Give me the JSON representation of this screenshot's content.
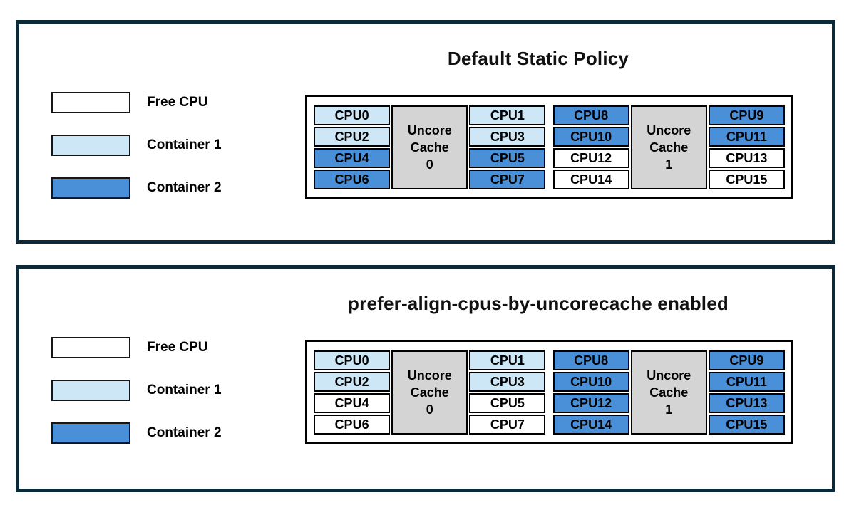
{
  "colors": {
    "free_cpu": "#FFFFFF",
    "container1": "#CDE7F6",
    "container2": "#4A90D9",
    "uncore_cache": "#D4D4D4",
    "panel_border": "#0D2938",
    "cell_border": "#000000",
    "title_text": "#111111"
  },
  "legend": {
    "items": [
      {
        "label": "Free CPU",
        "state": "free_cpu"
      },
      {
        "label": "Container 1",
        "state": "container1"
      },
      {
        "label": "Container 2",
        "state": "container2"
      }
    ]
  },
  "panels": [
    {
      "title": "Default Static Policy",
      "groups": [
        {
          "cache_lines": [
            "Uncore",
            "Cache",
            "0"
          ],
          "left": [
            {
              "label": "CPU0",
              "state": "container1"
            },
            {
              "label": "CPU2",
              "state": "container1"
            },
            {
              "label": "CPU4",
              "state": "container2"
            },
            {
              "label": "CPU6",
              "state": "container2"
            }
          ],
          "right": [
            {
              "label": "CPU1",
              "state": "container1"
            },
            {
              "label": "CPU3",
              "state": "container1"
            },
            {
              "label": "CPU5",
              "state": "container2"
            },
            {
              "label": "CPU7",
              "state": "container2"
            }
          ]
        },
        {
          "cache_lines": [
            "Uncore",
            "Cache",
            "1"
          ],
          "left": [
            {
              "label": "CPU8",
              "state": "container2"
            },
            {
              "label": "CPU10",
              "state": "container2"
            },
            {
              "label": "CPU12",
              "state": "free_cpu"
            },
            {
              "label": "CPU14",
              "state": "free_cpu"
            }
          ],
          "right": [
            {
              "label": "CPU9",
              "state": "container2"
            },
            {
              "label": "CPU11",
              "state": "container2"
            },
            {
              "label": "CPU13",
              "state": "free_cpu"
            },
            {
              "label": "CPU15",
              "state": "free_cpu"
            }
          ]
        }
      ]
    },
    {
      "title": "prefer-align-cpus-by-uncorecache enabled",
      "groups": [
        {
          "cache_lines": [
            "Uncore",
            "Cache",
            "0"
          ],
          "left": [
            {
              "label": "CPU0",
              "state": "container1"
            },
            {
              "label": "CPU2",
              "state": "container1"
            },
            {
              "label": "CPU4",
              "state": "free_cpu"
            },
            {
              "label": "CPU6",
              "state": "free_cpu"
            }
          ],
          "right": [
            {
              "label": "CPU1",
              "state": "container1"
            },
            {
              "label": "CPU3",
              "state": "container1"
            },
            {
              "label": "CPU5",
              "state": "free_cpu"
            },
            {
              "label": "CPU7",
              "state": "free_cpu"
            }
          ]
        },
        {
          "cache_lines": [
            "Uncore",
            "Cache",
            "1"
          ],
          "left": [
            {
              "label": "CPU8",
              "state": "container2"
            },
            {
              "label": "CPU10",
              "state": "container2"
            },
            {
              "label": "CPU12",
              "state": "container2"
            },
            {
              "label": "CPU14",
              "state": "container2"
            }
          ],
          "right": [
            {
              "label": "CPU9",
              "state": "container2"
            },
            {
              "label": "CPU11",
              "state": "container2"
            },
            {
              "label": "CPU13",
              "state": "container2"
            },
            {
              "label": "CPU15",
              "state": "container2"
            }
          ]
        }
      ]
    }
  ]
}
